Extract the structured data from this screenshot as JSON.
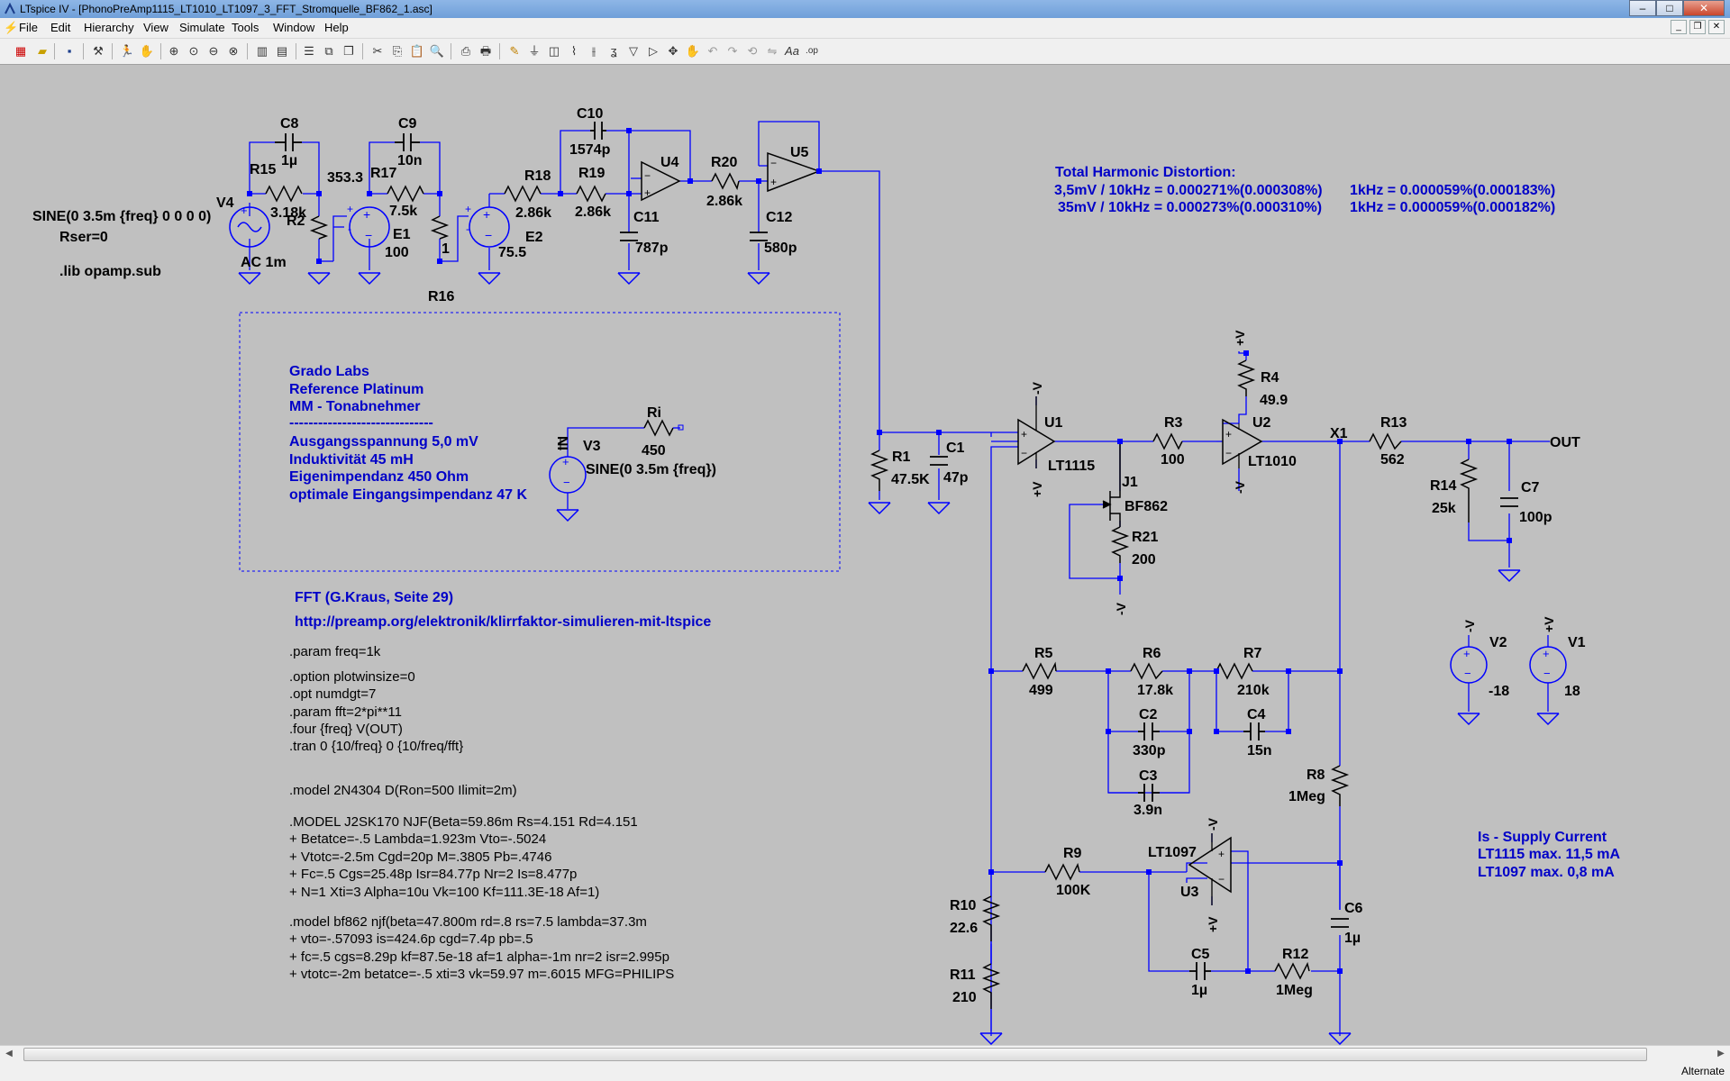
{
  "window": {
    "title": "LTspice IV - [PhonoPreAmp1115_LT1010_LT1097_3_FFT_Stromquelle_BF862_1.asc]",
    "minimize": "–",
    "maximize": "□",
    "close": "✕"
  },
  "menu": [
    "File",
    "Edit",
    "Hierarchy",
    "View",
    "Simulate",
    "Tools",
    "Window",
    "Help"
  ],
  "status": {
    "mode": "Alternate"
  },
  "colors": {
    "wire": "#0000ff",
    "text": "#000000",
    "note": "#0000c8",
    "background": "#c0c0c0"
  },
  "schematic": {
    "components": {
      "C8": "C8",
      "C8v": "1µ",
      "C9": "C9",
      "C9v": "10n",
      "C10": "C10",
      "C10v": "1574p",
      "C11": "C11",
      "C11v": "787p",
      "C12": "C12",
      "C12v": "580p",
      "R15": "R15",
      "R15v": "3.18k",
      "R2": "R2",
      "R2v": "353.3",
      "R17": "R17",
      "R17v": "7.5k",
      "R16": "R16",
      "R16v": "1",
      "R18": "R18",
      "R18v": "2.86k",
      "R19": "R19",
      "R19v": "2.86k",
      "R20": "R20",
      "R20v": "2.86k",
      "E1": "E1",
      "E1v": "100",
      "E2": "E2",
      "E2v": "75.5",
      "U4": "U4",
      "U5": "U5",
      "V4": "V4",
      "V4ac": "AC 1m",
      "V4sine": "SINE(0 3.5m {freq} 0 0 0 0)",
      "V4rser": "Rser=0",
      "lib": ".lib opamp.sub",
      "V3": "V3",
      "V3sine": "SINE(0 3.5m {freq})",
      "IN": "IN",
      "Ri": "Ri",
      "Riv": "450",
      "R1": "R1",
      "R1v": "47.5K",
      "C1": "C1",
      "C1v": "47p",
      "U1": "U1",
      "U1m": "LT1115",
      "J1": "J1",
      "J1m": "BF862",
      "R21": "R21",
      "R21v": "200",
      "R3": "R3",
      "R3v": "100",
      "R4": "R4",
      "R4v": "49.9",
      "U2": "U2",
      "U2m": "LT1010",
      "X1": "X1",
      "R13": "R13",
      "R13v": "562",
      "R14": "R14",
      "R14v": "25k",
      "C7": "C7",
      "C7v": "100p",
      "OUT": "OUT",
      "R5": "R5",
      "R5v": "499",
      "R6": "R6",
      "R6v": "17.8k",
      "R7": "R7",
      "R7v": "210k",
      "C2": "C2",
      "C2v": "330p",
      "C3": "C3",
      "C3v": "3.9n",
      "C4": "C4",
      "C4v": "15n",
      "R8": "R8",
      "R8v": "1Meg",
      "R9": "R9",
      "R9v": "100K",
      "U3": "U3",
      "U3m": "LT1097",
      "R10": "R10",
      "R10v": "22.6",
      "R11": "R11",
      "R11v": "210",
      "C5": "C5",
      "C5v": "1µ",
      "R12": "R12",
      "R12v": "1Meg",
      "C6": "C6",
      "C6v": "1µ",
      "V2": "V2",
      "V2v": "-18",
      "V1": "V1",
      "V1v": "18",
      "plus": "+V",
      "minus": "-V"
    },
    "notes": {
      "thd_title": "Total Harmonic Distortion:",
      "thd_1": "3,5mV / 10kHz = 0.000271%(0.000308%)",
      "thd_2": "35mV / 10kHz = 0.000273%(0.000310%)",
      "thd_3": "1kHz = 0.000059%(0.000183%)",
      "thd_4": "1kHz = 0.000059%(0.000182%)",
      "grado": [
        "Grado Labs",
        "Reference Platinum",
        "MM - Tonabnehmer",
        "------------------------------",
        "Ausgangsspannung 5,0 mV",
        "Induktivität 45 mH",
        "Eigenimpendanz 450 Ohm",
        "optimale Eingangsimpendanz 47 K"
      ],
      "fft": "FFT (G.Kraus, Seite 29)",
      "url": "http://preamp.org/elektronik/klirrfaktor-simulieren-mit-ltspice",
      "supply": [
        "Is - Supply Current",
        "LT1115 max. 11,5 mA",
        "LT1097 max.   0,8 mA"
      ]
    },
    "directives": {
      "d1": ".param freq=1k",
      "d2": [
        ".option plotwinsize=0",
        ".opt numdgt=7",
        ".param fft=2*pi**11",
        ".four {freq} V(OUT)",
        ".tran 0 {10/freq} 0 {10/freq/fft}"
      ],
      "m1": ".model 2N4304 D(Ron=500 Ilimit=2m)",
      "m2": [
        ".MODEL J2SK170 NJF(Beta=59.86m Rs=4.151 Rd=4.151",
        " + Betatce=-.5 Lambda=1.923m Vto=-.5024",
        " + Vtotc=-2.5m Cgd=20p M=.3805 Pb=.4746",
        " + Fc=.5 Cgs=25.48p Isr=84.77p Nr=2 Is=8.477p",
        " + N=1 Xti=3 Alpha=10u Vk=100 Kf=111.3E-18 Af=1)"
      ],
      "m3": [
        ".model bf862 njf(beta=47.800m rd=.8 rs=7.5 lambda=37.3m",
        "+ vto=-.57093 is=424.6p cgd=7.4p pb=.5",
        "+ fc=.5 cgs=8.29p kf=87.5e-18 af=1 alpha=-1m nr=2 isr=2.995p",
        "+ vtotc=-2m betatce=-.5 xti=3 vk=59.97 m=.6015 MFG=PHILIPS"
      ]
    }
  }
}
